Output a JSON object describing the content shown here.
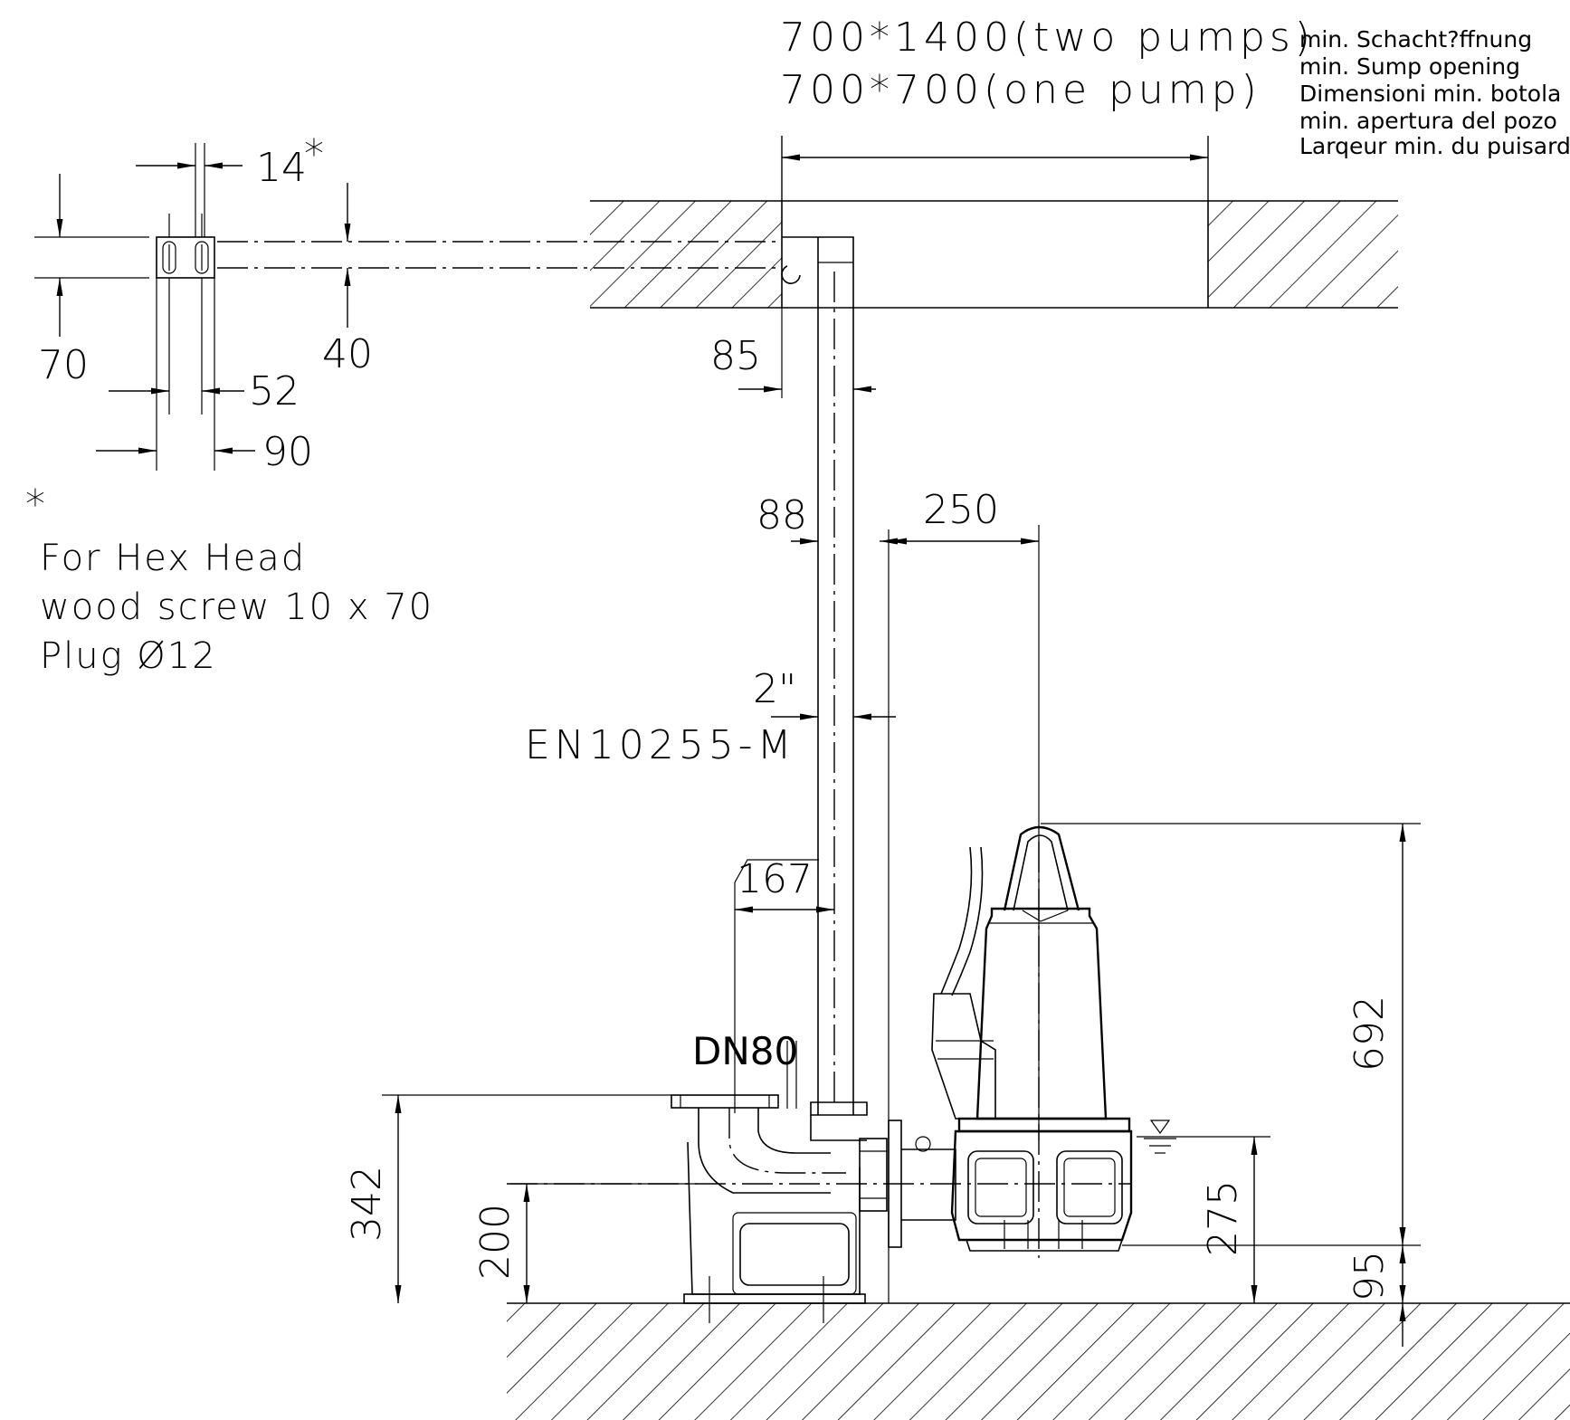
{
  "opening": {
    "two_pumps": "700*1400(two pumps)",
    "one_pump": "700*700(one pump)",
    "languages": [
      "min. Schacht?ffnung",
      "min. Sump opening",
      "Dimensioni min. botola",
      "min. apertura del pozo",
      "Larqeur min. du puisard"
    ]
  },
  "bracket": {
    "dim_14": "14",
    "asterisk": "*",
    "dim_70": "70",
    "dim_40": "40",
    "dim_52": "52",
    "dim_90": "90"
  },
  "footnote": {
    "marker": "*",
    "lines": [
      "For Hex Head",
      "wood screw 10 x 70",
      "Plug Ø12"
    ]
  },
  "pipe": {
    "dim_85": "85",
    "dim_88": "88",
    "dim_250": "250",
    "size": "2\"",
    "standard": "EN10255-M",
    "dim_167": "167",
    "connection": "DN80"
  },
  "heights": {
    "dim_342": "342",
    "dim_200": "200",
    "dim_692": "692",
    "dim_275": "275",
    "dim_95": "95"
  }
}
